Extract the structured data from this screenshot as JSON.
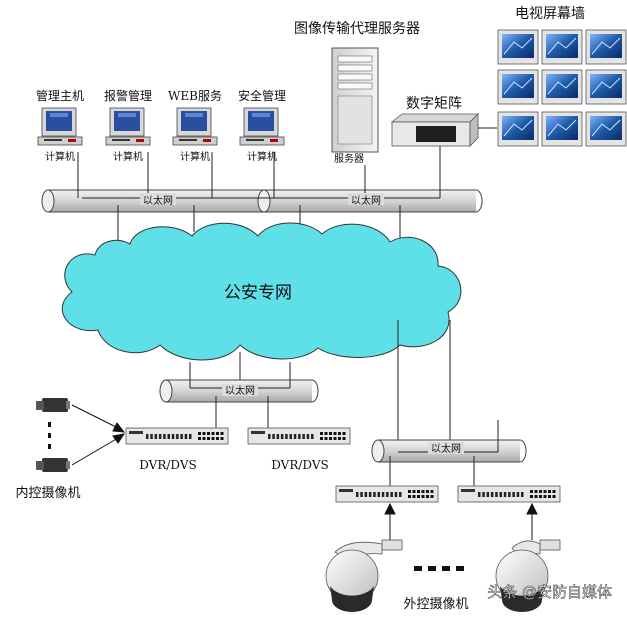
{
  "labels": {
    "server_title": "图像传输代理服务器",
    "tv_wall": "电视屏幕墙",
    "matrix": "数字矩阵",
    "server": "服务器",
    "cloud": "公安专网",
    "inner_cameras": "内控摄像机",
    "outer_cameras": "外控摄像机"
  },
  "workstations": [
    {
      "title": "管理主机",
      "caption": "计算机"
    },
    {
      "title": "报警管理",
      "caption": "计算机"
    },
    {
      "title": "WEB服务",
      "caption": "计算机"
    },
    {
      "title": "安全管理",
      "caption": "计算机"
    }
  ],
  "ethernet": {
    "top_left": "以太网",
    "top_right": "以太网",
    "middle": "以太网",
    "lower_right": "以太网"
  },
  "dvr": {
    "left": "DVR/DVS",
    "right": "DVR/DVS"
  },
  "watermark": "头条 @安防自媒体",
  "colors": {
    "cloud_fill": "#5fe0e8",
    "pipe_fill": "#dcdcdc",
    "screen_blue": "#1e5aa8",
    "dvr_body": "#e6e6e6"
  }
}
